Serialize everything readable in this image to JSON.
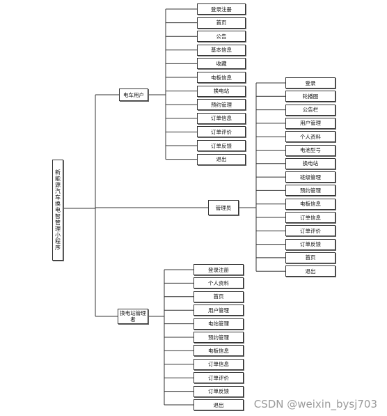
{
  "root": {
    "label": "新能源汽车换电智管理小程序"
  },
  "branches": [
    {
      "label": "电车用户",
      "items": [
        "登录注册",
        "首页",
        "公告",
        "基本信息",
        "收藏",
        "电板信息",
        "换电站",
        "预约管理",
        "订单信息",
        "订单评价",
        "订单反馈",
        "退出"
      ]
    },
    {
      "label": "管理员",
      "items": [
        "登录",
        "轮播图",
        "公告栏",
        "用户管理",
        "个人资料",
        "电池型号",
        "换电站",
        "班级管理",
        "预约管理",
        "电板信息",
        "订单信息",
        "订单评价",
        "订单反馈",
        "首页",
        "退出"
      ]
    },
    {
      "label": "换电站管理者",
      "items": [
        "登录注册",
        "个人资料",
        "首页",
        "用户管理",
        "电站管理",
        "预约管理",
        "电板信息",
        "订单信息",
        "订单评价",
        "订单反馈",
        "退出"
      ]
    }
  ],
  "watermark": "CSDN @weixin_bysj703"
}
